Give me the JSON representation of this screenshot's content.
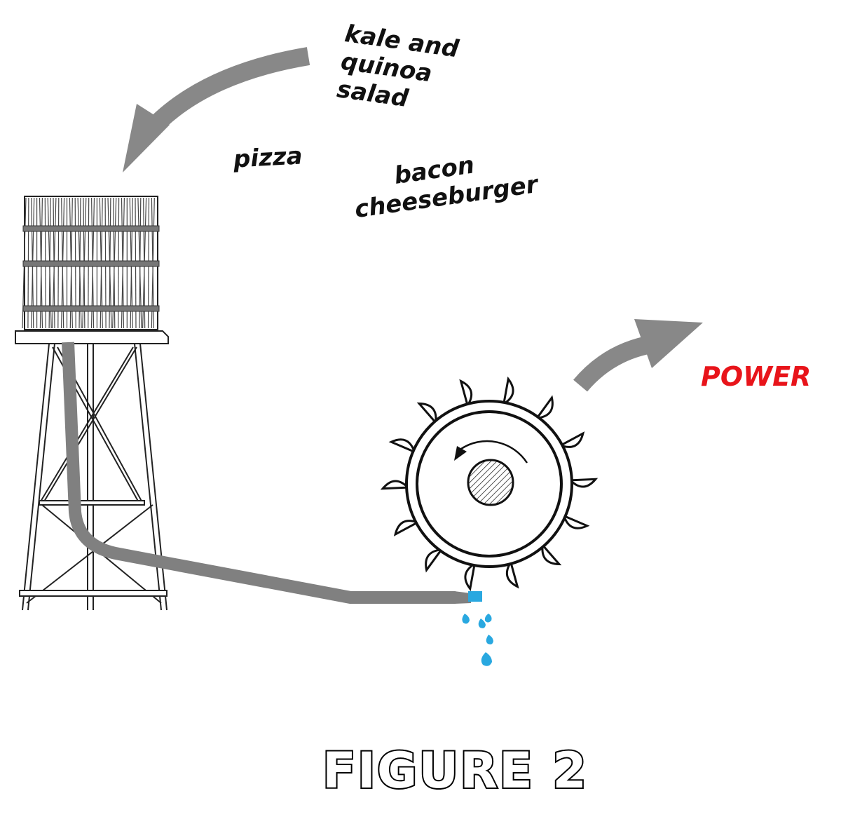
{
  "labels": {
    "food_top": "kale and\nquinoa\nsalad",
    "food_middle": "pizza",
    "food_bottom": "bacon\ncheeseburger",
    "power": "POWER",
    "caption": "FIGURE 2"
  },
  "colors": {
    "arrow": "#888888",
    "pipe": "#808080",
    "water": "#29a8e0",
    "power_text": "#e8141a",
    "ink": "#111111"
  },
  "icons": {
    "tower": "water-tower-icon",
    "wheel": "water-wheel-icon",
    "drops": "water-drops-icon"
  }
}
